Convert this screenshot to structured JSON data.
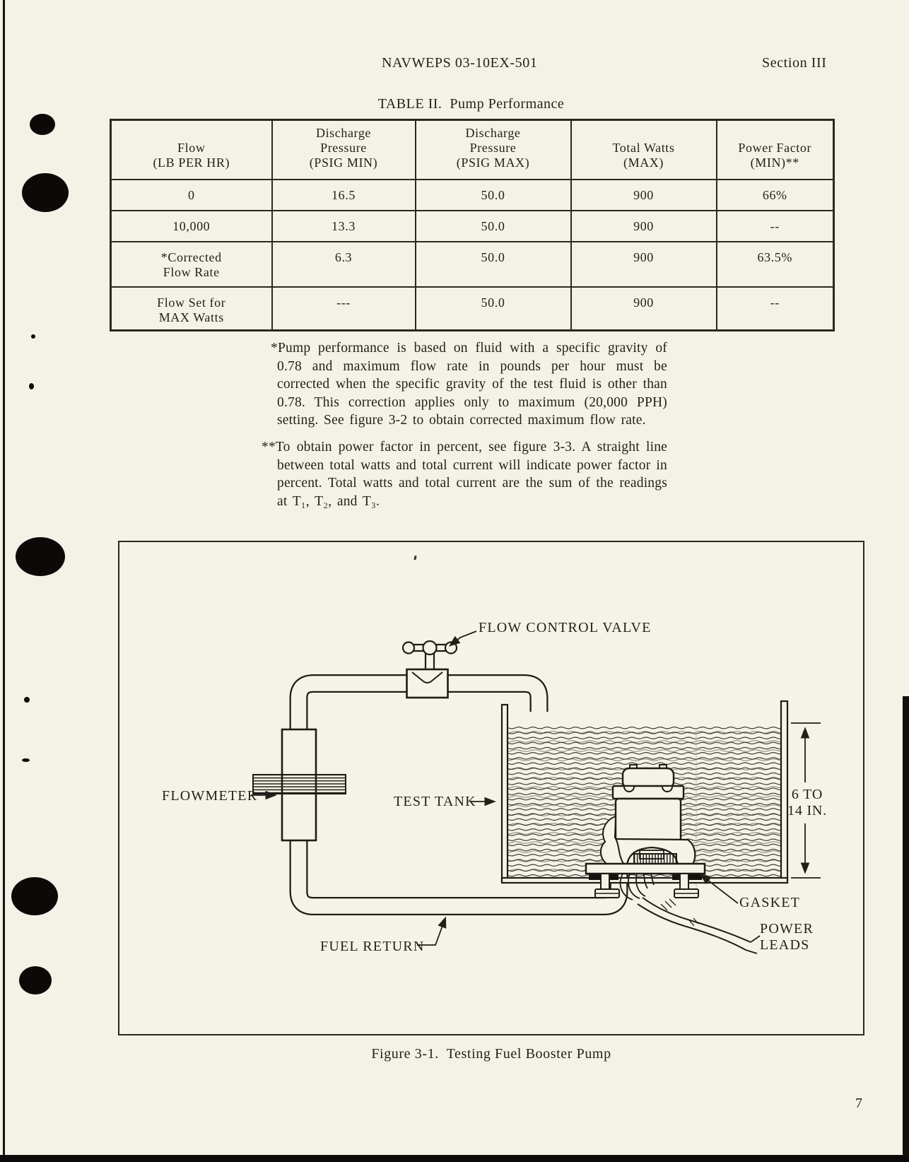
{
  "page": {
    "number": "7"
  },
  "header": {
    "left": "NAVWEPS 03-10EX-501",
    "right": "Section III"
  },
  "table": {
    "title": "TABLE II.  Pump Performance",
    "columns": [
      "Flow\n(LB PER HR)",
      "Discharge\nPressure\n(PSIG MIN)",
      "Discharge\nPressure\n(PSIG MAX)",
      "Total Watts\n(MAX)",
      "Power Factor\n(MIN)**"
    ],
    "rows": [
      [
        "0",
        "16.5",
        "50.0",
        "900",
        "66%"
      ],
      [
        "10,000",
        "13.3",
        "50.0",
        "900",
        "--"
      ],
      [
        "*Corrected\nFlow Rate",
        "6.3",
        "50.0",
        "900",
        "63.5%"
      ],
      [
        "Flow Set for\nMAX Watts",
        "---",
        "50.0",
        "900",
        "--"
      ]
    ]
  },
  "footnotes": {
    "one": "*Pump performance is based on fluid with a specific gravity of 0.78 and maximum flow rate in pounds per hour must be corrected when the specific gravity of the test fluid is other than 0.78.  This correction applies only to maximum (20,000 PPH) setting.  See figure 3-2 to obtain corrected maximum flow rate.",
    "two": "**To obtain power factor in percent, see figure 3-3.  A straight line between total watts and total current will indicate power factor in percent.  Total watts and total current are the sum of the readings at T₁, T₂, and T₃."
  },
  "figure": {
    "caption": "Figure 3-1.  Testing Fuel Booster Pump",
    "labels": {
      "flow_control_valve": "FLOW CONTROL VALVE",
      "flowmeter": "FLOWMETER",
      "test_tank": "TEST TANK",
      "fuel_return": "FUEL RETURN",
      "gasket": "GASKET",
      "power_leads": "POWER\nLEADS",
      "dimension": "6 TO\n14 IN."
    }
  }
}
